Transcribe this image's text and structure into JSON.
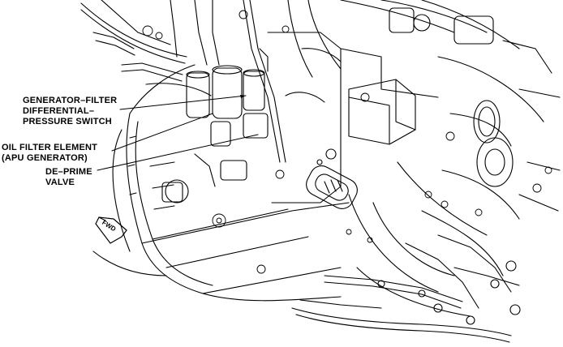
{
  "callouts": {
    "generator_filter_switch": [
      "GENERATOR–FILTER",
      "DIFFERENTIAL–",
      "PRESSURE SWITCH"
    ],
    "oil_filter_element": [
      "OIL FILTER ELEMENT",
      "(APU GENERATOR)"
    ],
    "de_prime_valve": [
      "DE–PRIME",
      "VALVE"
    ]
  },
  "fwd_indicator": "FWD",
  "colors": {
    "ink": "#000000",
    "paper": "#ffffff"
  }
}
